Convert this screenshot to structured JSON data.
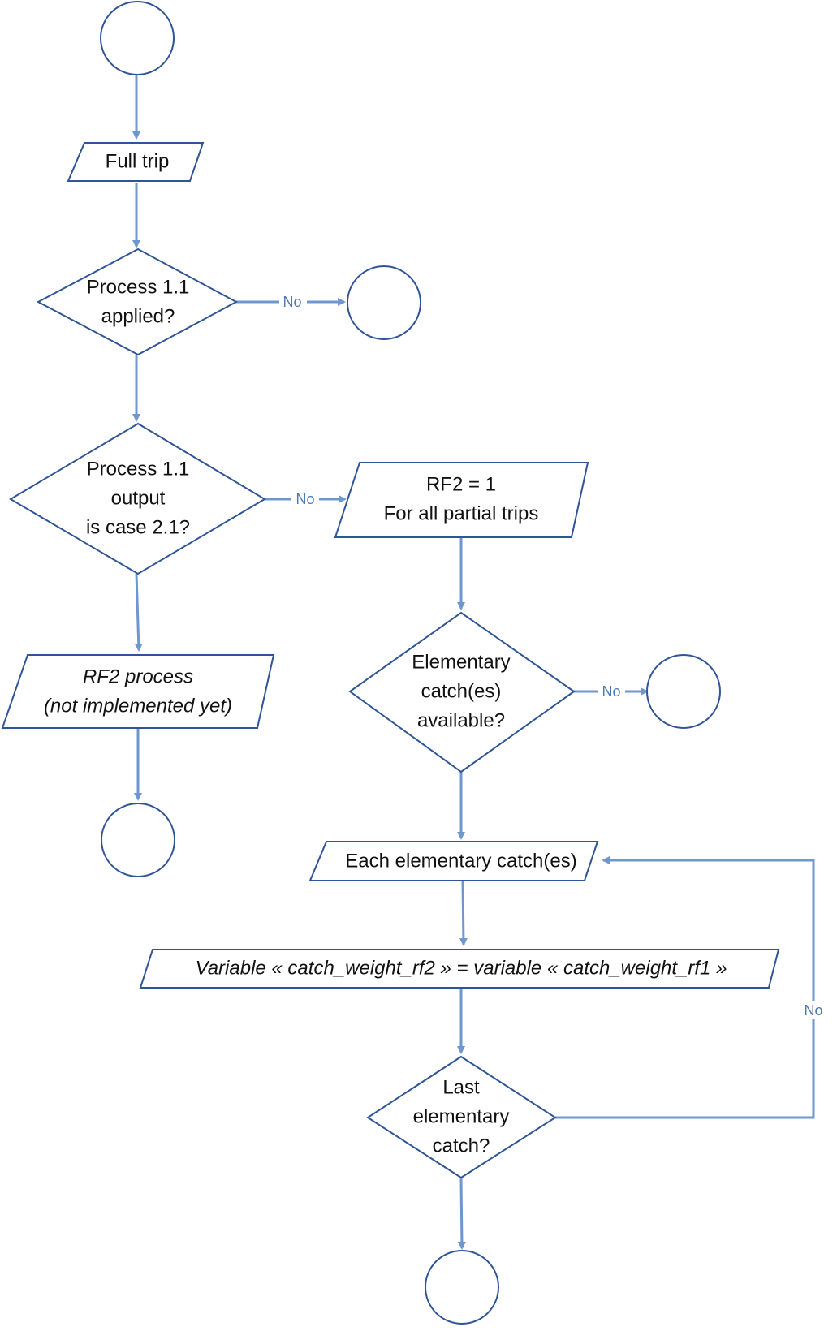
{
  "diagram": {
    "nodes": {
      "full_trip": "Full trip",
      "process_applied": [
        "Process 1.1",
        "applied?"
      ],
      "case_check": [
        "Process 1.1",
        "output",
        "is case 2.1?"
      ],
      "rf2_set": [
        "RF2 = 1",
        "For all partial trips"
      ],
      "rf2_process": [
        "RF2 process",
        "(not implemented yet)"
      ],
      "elementary_available": [
        "Elementary",
        "catch(es)",
        "available?"
      ],
      "each_catch": "Each elementary catch(es)",
      "variable_assign": "Variable « catch_weight_rf2 » = variable « catch_weight_rf1 »",
      "last_catch": [
        "Last",
        "elementary",
        "catch?"
      ]
    },
    "edge_labels": {
      "no_applied": "No",
      "no_case": "No",
      "no_available": "No",
      "no_last": "No"
    }
  },
  "colors": {
    "shape_stroke": "#2f5597",
    "connector": "#6f97cf",
    "label": "#4f79b5"
  }
}
